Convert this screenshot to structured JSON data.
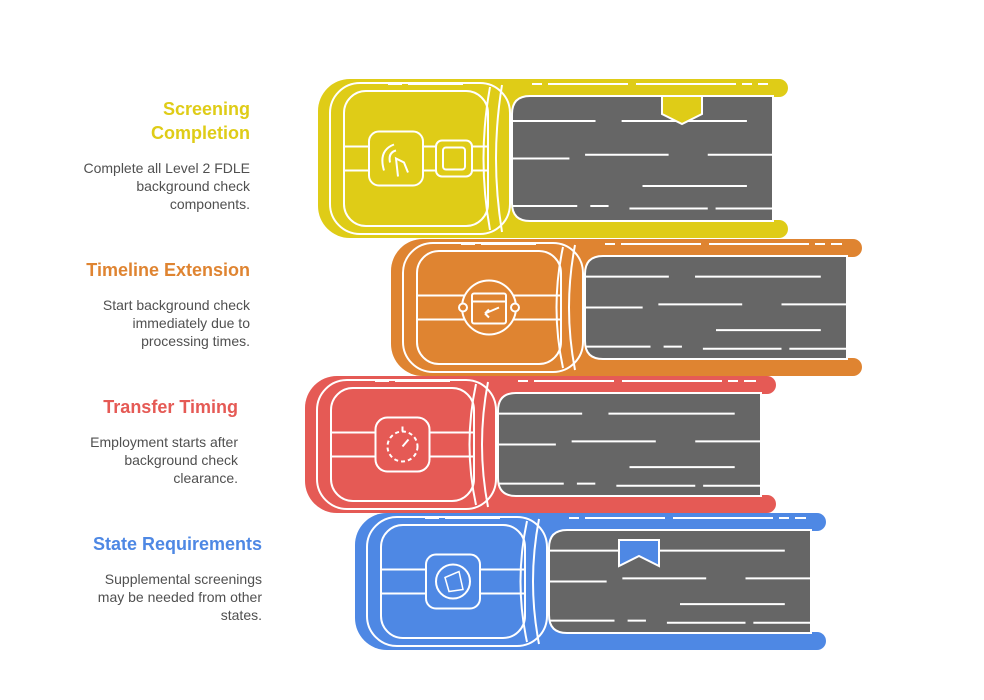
{
  "colors": {
    "yellow": "#DFCC17",
    "orange": "#DF8431",
    "red": "#E55A55",
    "blue": "#4E88E4",
    "pages": "#666666"
  },
  "items": [
    {
      "title": "Screening Completion",
      "title_lines": [
        "Screening",
        "Completion"
      ],
      "desc_lines": [
        "Complete all Level 2 FDLE",
        "background check",
        "components."
      ],
      "color": "#DFCC17",
      "icon": "hand-touch-icon"
    },
    {
      "title": "Timeline Extension",
      "title_lines": [
        "Timeline Extension"
      ],
      "desc_lines": [
        "Start background check",
        "immediately due to",
        "processing times."
      ],
      "color": "#DF8431",
      "icon": "calendar-arrow-icon"
    },
    {
      "title": "Transfer Timing",
      "title_lines": [
        "Transfer Timing"
      ],
      "desc_lines": [
        "Employment starts after",
        "background check",
        "clearance."
      ],
      "color": "#E55A55",
      "icon": "stopwatch-icon"
    },
    {
      "title": "State Requirements",
      "title_lines": [
        "State Requirements"
      ],
      "desc_lines": [
        "Supplemental screenings",
        "may be needed from other",
        "states."
      ],
      "color": "#4E88E4",
      "icon": "network-globe-icon"
    }
  ]
}
